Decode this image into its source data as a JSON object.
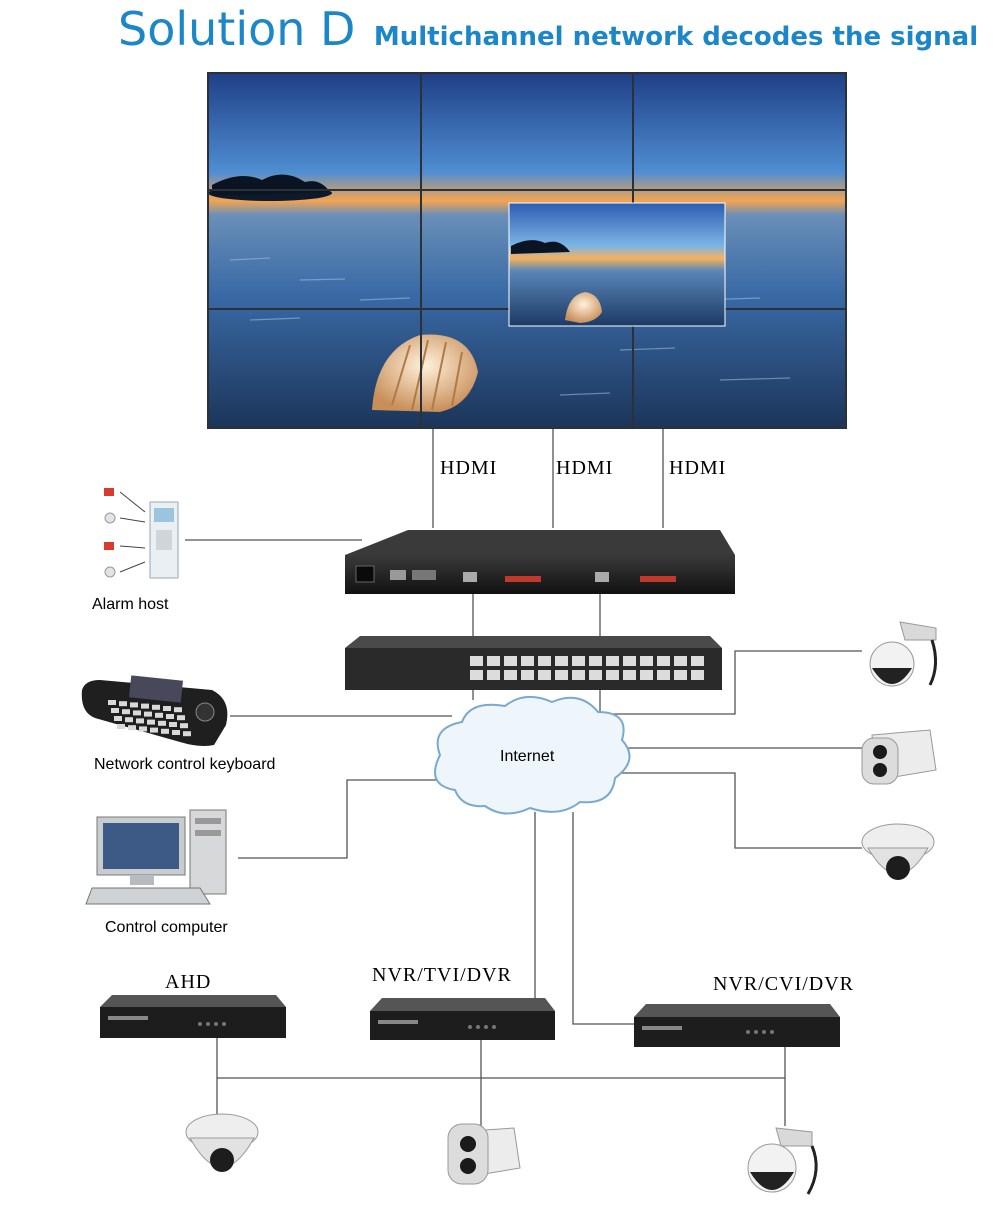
{
  "title": {
    "main": "Solution D",
    "subtitle": "Multichannel network decodes the signal"
  },
  "links": {
    "hdmi": [
      "HDMI",
      "HDMI",
      "HDMI"
    ]
  },
  "devices": {
    "alarm_host": "Alarm host",
    "keyboard": "Network control keyboard",
    "computer": "Control computer",
    "cloud": "Internet",
    "recorders": [
      "AHD",
      "NVR/TVI/DVR",
      "NVR/CVI/DVR"
    ]
  },
  "colors": {
    "title": "#1b86c8",
    "line": "#555555",
    "cloud_fill": "#eef5fb",
    "cloud_stroke": "#7aa9cf",
    "device": "#2a2a2a"
  }
}
